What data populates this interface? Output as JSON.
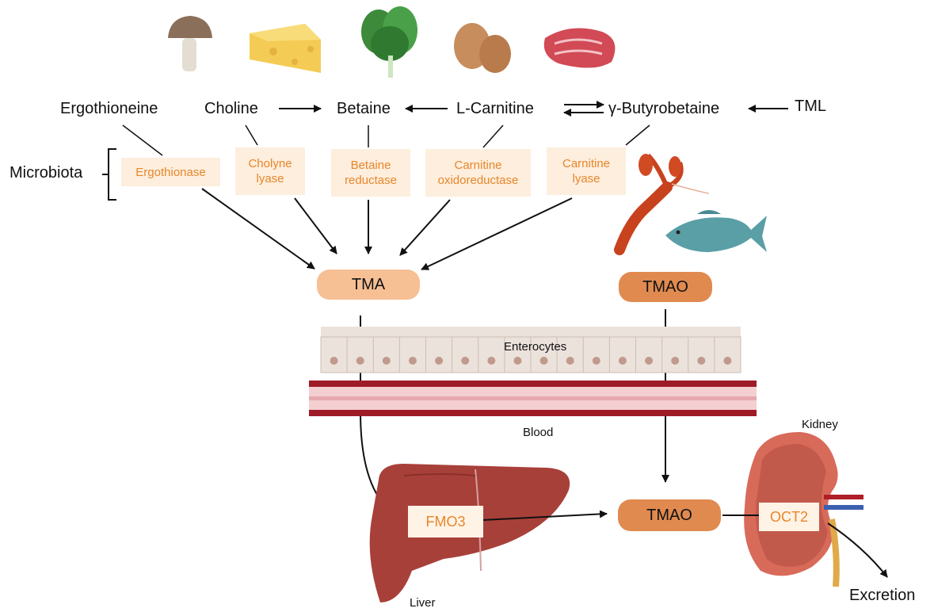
{
  "precursors": {
    "ergothioneine": "Ergothioneine",
    "choline": "Choline",
    "betaine": "Betaine",
    "l_carnitine": "L-Carnitine",
    "gamma_butyrobetaine": "γ-Butyrobetaine",
    "tml": "TML"
  },
  "microbiota_label": "Microbiota",
  "enzymes": {
    "ergothionase": "Ergothionase",
    "cholyne_lyase_1": "Cholyne",
    "cholyne_lyase_2": "lyase",
    "betaine_reductase_1": "Betaine",
    "betaine_reductase_2": "reductase",
    "carnitine_oxido_1": "Carnitine",
    "carnitine_oxido_2": "oxidoreductase",
    "carnitine_lyase_1": "Carnitine",
    "carnitine_lyase_2": "lyase",
    "fmo3": "FMO3",
    "oct2": "OCT2"
  },
  "metabolites": {
    "tma": "TMA",
    "tmao_seafood": "TMAO",
    "tmao_blood": "TMAO"
  },
  "tissues": {
    "enterocytes": "Enterocytes",
    "blood": "Blood",
    "liver": "Liver",
    "kidney": "Kidney",
    "excretion": "Excretion"
  },
  "colors": {
    "enzyme_bg": "#fdeedd",
    "enzyme_text": "#e8862a",
    "tma_pill": "#f6bf94",
    "tmao_pill": "#e08a50",
    "vessel": "#9e1c27",
    "liver": "#a8403a"
  }
}
